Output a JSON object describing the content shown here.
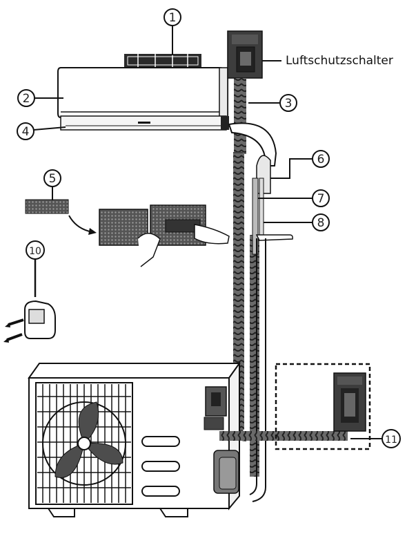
{
  "labels": {
    "breaker": "Luftschutzschalter",
    "n1": "1",
    "n2": "2",
    "n3": "3",
    "n4": "4",
    "n5": "5",
    "n6": "6",
    "n7": "7",
    "n8": "8",
    "n10": "10",
    "n11": "11"
  },
  "colors": {
    "line": "#1a1a1a",
    "dark_box": "#3a3a3a",
    "hose": "#555555",
    "filter": "#4a4a4a"
  }
}
